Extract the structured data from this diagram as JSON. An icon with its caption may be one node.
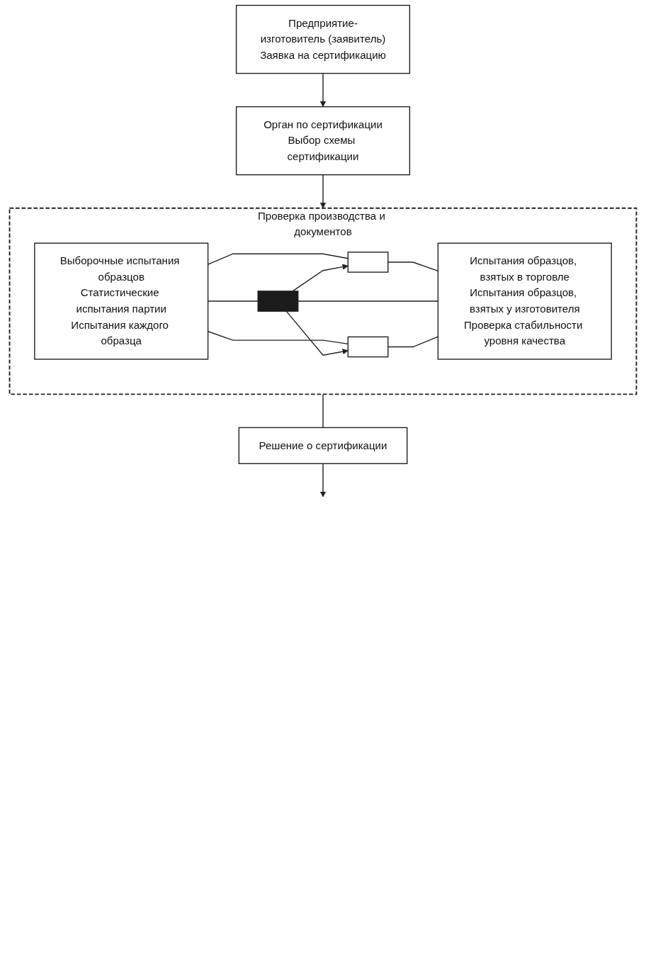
{
  "diagram": {
    "nodes": [
      {
        "text": [
          "Предприятие-изготовитель (заявитель)",
          "Заявка на сертификацию"
        ]
      },
      {
        "text": [
          "Орган по сертификации",
          "Выбор схемы сертификации"
        ]
      },
      {
        "text": [
          "Проверка производства и документов"
        ]
      },
      {
        "text": [
          "Решение о сертификации"
        ]
      },
      {
        "text": [
          "Выборочные испытания образцов",
          "Статистические испытания партии",
          "Испытания каждого образца"
        ],
        "in": 2
      },
      {
        "text": [],
        "shape": "box",
        "in": 2
      },
      {
        "text": [],
        "shape": "box",
        "in": 2
      },
      {
        "text": [],
        "shape": "box",
        "in": 2
      },
      {
        "text": [
          "Испытания образцов, взятых в торговле",
          "Испытания образцов, взятых у изготовителя",
          "Проверка стабильности уровня качества"
        ],
        "in": 2
      }
    ],
    "edges": [
      {
        "from": 0,
        "to": 1,
        "arrow": "to"
      },
      {
        "from": 1,
        "to": 2,
        "arrow": "to"
      },
      {
        "from": 2,
        "to": 3,
        "arrow": "none"
      },
      {
        "from": 3,
        "to": null,
        "arrow": "to"
      },
      {
        "from": 4,
        "to": 5,
        "arrow": "none"
      },
      {
        "from": 5,
        "to": 8,
        "arrow": "none"
      },
      {
        "from": 4,
        "to": 6,
        "arrow": "none"
      },
      {
        "from": 6,
        "to": 8,
        "arrow": "none"
      },
      {
        "from": 4,
        "to": 7,
        "arrow": "none"
      },
      {
        "from": 7,
        "to": 8,
        "arrow": "none"
      },
      {
        "from": 6,
        "to": 5,
        "arrow": "to"
      },
      {
        "from": 6,
        "to": 7,
        "arrow": "to"
      }
    ]
  }
}
